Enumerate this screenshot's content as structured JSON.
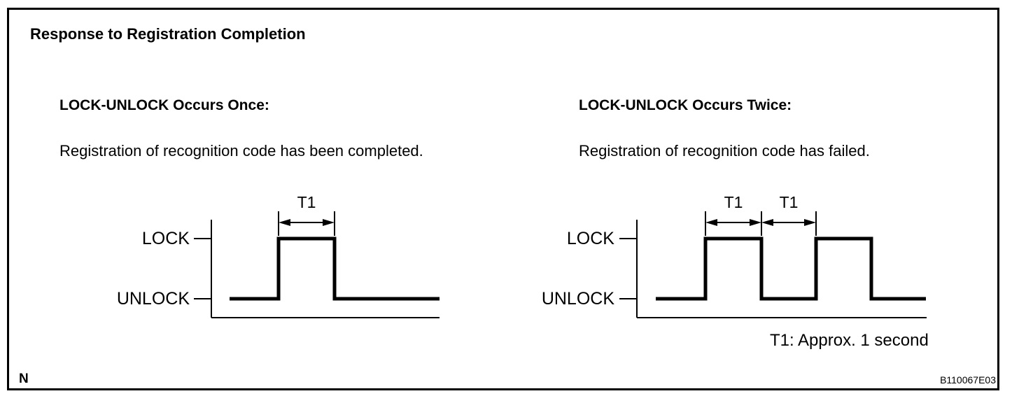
{
  "figure": {
    "title": "Response to Registration Completion",
    "page_marker": "N",
    "code": "B110067E03",
    "t1_note": "T1: Approx. 1 second",
    "ink_color": "#000000",
    "background_color": "#ffffff"
  },
  "sections": {
    "once": {
      "heading": "LOCK-UNLOCK Occurs Once:",
      "description": "Registration of recognition code has been completed."
    },
    "twice": {
      "heading": "LOCK-UNLOCK Occurs Twice:",
      "description": "Registration of recognition code has failed."
    }
  },
  "waveforms": {
    "once": {
      "lock_label": "LOCK",
      "unlock_label": "UNLOCK",
      "t1_labels": [
        "T1"
      ],
      "pulse_count": 1
    },
    "twice": {
      "lock_label": "LOCK",
      "unlock_label": "UNLOCK",
      "t1_labels": [
        "T1",
        "T1"
      ],
      "pulse_count": 2
    }
  }
}
